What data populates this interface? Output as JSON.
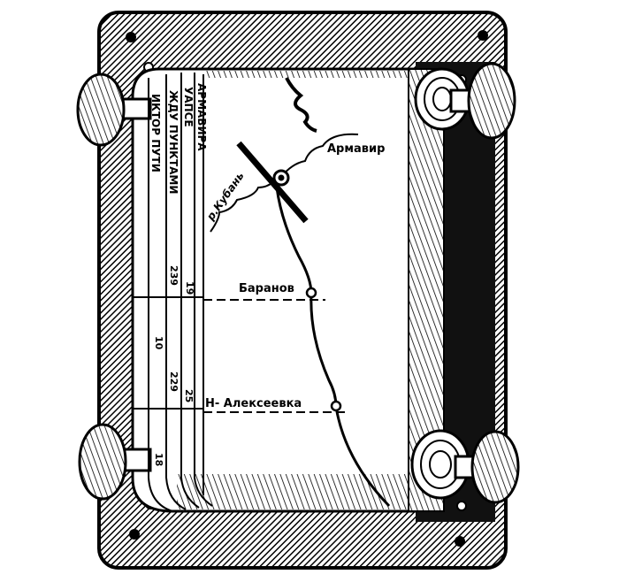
{
  "illustration": {
    "columns": [
      {
        "header": "АРМАВИРА",
        "values": [
          "19"
        ]
      },
      {
        "header": "УАПСЕ",
        "values": [
          "239",
          "229"
        ]
      },
      {
        "header": "ЖДУ ПУНКТАМИ",
        "values": [
          "10",
          "18"
        ]
      },
      {
        "header": "ИКТОР ПУТИ",
        "values": []
      }
    ],
    "column_extra_value": "25",
    "map": {
      "city": "Армавир",
      "river": "р.Кубань",
      "stations": [
        "Баранов",
        "Н- Алексеевка"
      ]
    }
  }
}
